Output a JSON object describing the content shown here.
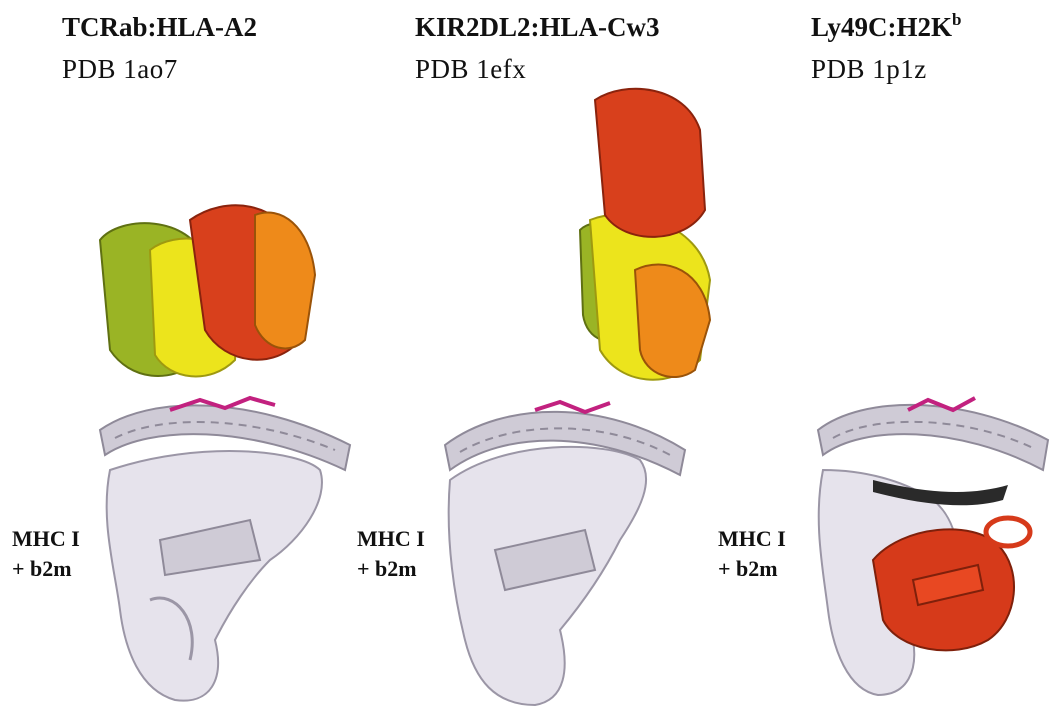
{
  "panels": [
    {
      "title": "TCRab:HLA-A2",
      "title_sup": "",
      "pdb": "PDB 1ao7",
      "label_line1": "MHC I",
      "label_line2": "+ b2m"
    },
    {
      "title": "KIR2DL2:HLA-Cw3",
      "title_sup": "",
      "pdb": "PDB 1efx",
      "label_line1": "MHC I",
      "label_line2": "+ b2m"
    },
    {
      "title": "Ly49C:H2K",
      "title_sup": "b",
      "pdb": "PDB 1p1z",
      "label_line1": "MHC I",
      "label_line2": "+ b2m"
    }
  ],
  "colors": {
    "mhc": "#cfcbd6",
    "mhc_dark": "#8f8a99",
    "receptor_red": "#d63a1a",
    "receptor_orange": "#ec7a16",
    "receptor_yellow": "#e9e11a",
    "receptor_green": "#8fa51f",
    "peptide": "#c2217f"
  }
}
